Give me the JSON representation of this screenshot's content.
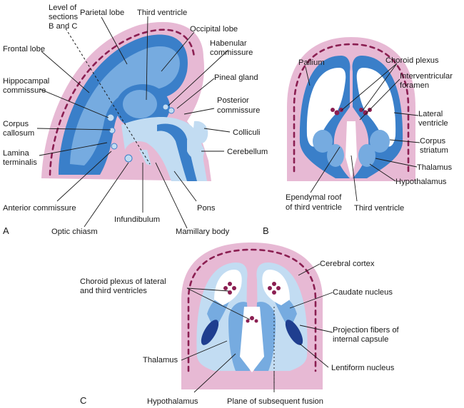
{
  "colors": {
    "pink": "#e7b9d4",
    "pink_dark": "#8b1f52",
    "blue_dark": "#3a7fc9",
    "blue_mid": "#76abe0",
    "blue_light": "#c2dcf2",
    "navy": "#1f3e8f",
    "ventricle": "#ffffff"
  },
  "panels": {
    "a": {
      "letter": "A",
      "labels": {
        "level_of_sections": [
          "Level of",
          "sections",
          "B and C"
        ],
        "parietal_lobe": "Parietal lobe",
        "third_ventricle": "Third ventricle",
        "occipital_lobe": "Occipital lobe",
        "habenular_commissure": [
          "Habenular",
          "commissure"
        ],
        "frontal_lobe": "Frontal lobe",
        "pineal_gland": "Pineal gland",
        "hippocampal_commissure": [
          "Hippocampal",
          "commissure"
        ],
        "posterior_commissure": [
          "Posterior",
          "commissure"
        ],
        "corpus_callosum": [
          "Corpus",
          "callosum"
        ],
        "colliculi": "Colliculi",
        "cerebellum": "Cerebellum",
        "lamina_terminalis": [
          "Lamina",
          "terminalis"
        ],
        "anterior_commissure": "Anterior commissure",
        "pons": "Pons",
        "infundibulum": "Infundibulum",
        "optic_chiasm": "Optic chiasm",
        "mamillary_body": "Mamillary body"
      }
    },
    "b": {
      "letter": "B",
      "labels": {
        "pallium": "Pallium",
        "choroid_plexus": "Choroid plexus",
        "interventricular_foramen": [
          "Interventricular",
          "foramen"
        ],
        "lateral_ventricle": [
          "Lateral",
          "ventricle"
        ],
        "corpus_striatum": [
          "Corpus",
          "striatum"
        ],
        "thalamus": "Thalamus",
        "hypothalamus": "Hypothalamus",
        "ependymal_roof": [
          "Ependymal roof",
          "of third ventricle"
        ],
        "third_ventricle": "Third ventricle"
      }
    },
    "c": {
      "letter": "C",
      "labels": {
        "cerebral_cortex": "Cerebral cortex",
        "choroid_plexus_lateral_third": [
          "Choroid plexus of  lateral",
          "and third ventricles"
        ],
        "caudate_nucleus": "Caudate nucleus",
        "projection_fibers": [
          "Projection fibers of",
          "internal capsule"
        ],
        "thalamus": "Thalamus",
        "lentiform_nucleus": "Lentiform nucleus",
        "hypothalamus": "Hypothalamus",
        "plane_of_fusion": "Plane of subsequent fusion"
      }
    }
  }
}
